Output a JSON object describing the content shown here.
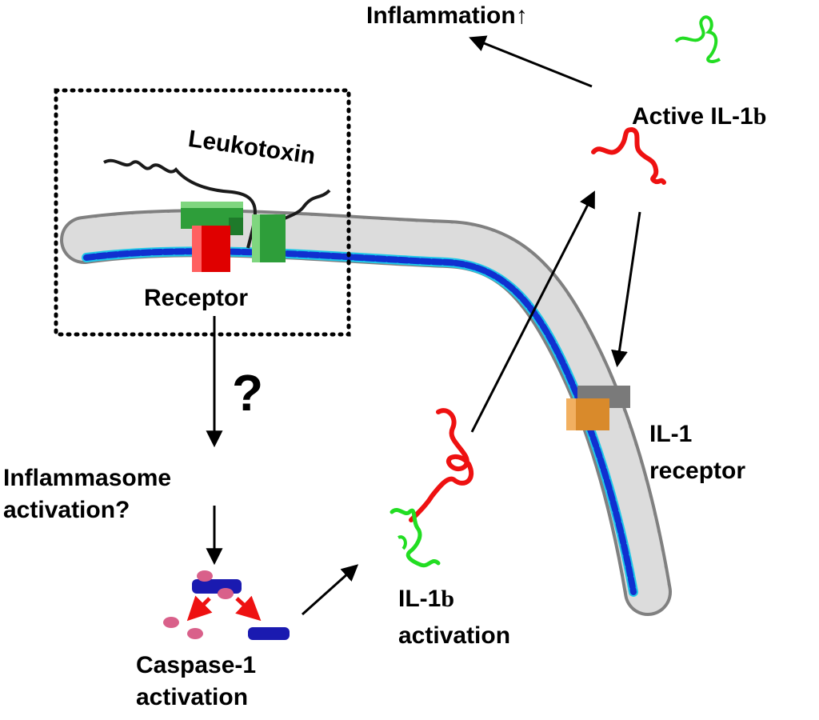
{
  "labels": {
    "inflammation": "Inflammation",
    "inflammation_arrow": "↑",
    "active_il1b_prefix": "Active IL-1",
    "active_il1b_suffix": "b",
    "leukotoxin": "Leukotoxin",
    "receptor": "Receptor",
    "question_mark": "?",
    "inflammasome_line1": "Inflammasome",
    "inflammasome_line2": "activation?",
    "caspase_line1": "Caspase-1",
    "caspase_line2": "activation",
    "il1b_activation_prefix": "IL-1",
    "il1b_activation_suffix": "b",
    "il1b_activation_line2": "activation",
    "il1_receptor_line1": "IL-1",
    "il1_receptor_line2": "receptor"
  },
  "colors": {
    "membrane": "#d9d9d9",
    "membrane_dark": "#808080",
    "membrane_core": "#1030d0",
    "membrane_edge": "#20c8e8",
    "leukotoxin": "#1a1a1a",
    "toxin_block": "#2e9e3a",
    "receptor": "#e00000",
    "il1b_red": "#ee1111",
    "il1b_green": "#22dd22",
    "il1_receptor": "#d98a2b",
    "caspase_blue": "#1a1ab0",
    "caspase_pink": "#d9608a",
    "arrow": "#000000"
  },
  "icons": {
    "inflammation_up": "up-arrow-icon",
    "leukotoxin": "leukotoxin-fiber-icon",
    "il1b": "protein-squiggle-icon",
    "caspase": "caspase-cleavage-icon"
  }
}
